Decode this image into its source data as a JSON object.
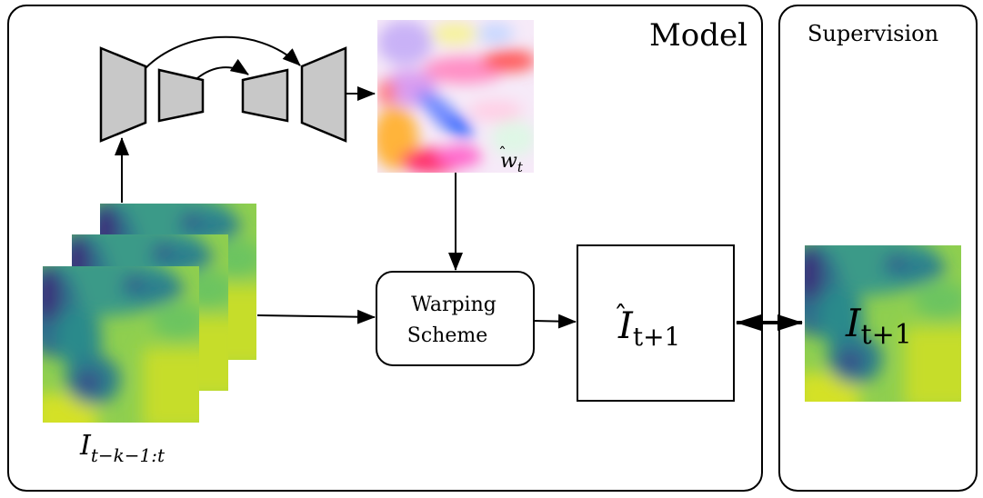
{
  "panels": {
    "model": {
      "title": "Model"
    },
    "supervision": {
      "title": "Supervision"
    }
  },
  "nodes": {
    "unet": {
      "label": ""
    },
    "flow_field": {
      "symbol_base": "w",
      "symbol_sub": "t",
      "accent": "̂"
    },
    "input_stack": {
      "symbol_base": "I",
      "symbol_sub": "t−k−1:t",
      "frame_count": 3
    },
    "warping": {
      "line1": "Warping",
      "line2": "Scheme"
    },
    "prediction": {
      "symbol_base": "I",
      "symbol_sub": "t+1",
      "accent": "̂"
    },
    "ground_truth": {
      "symbol_base": "I",
      "symbol_sub": "t+1"
    }
  },
  "edges": [
    {
      "from": "input_stack",
      "to": "unet"
    },
    {
      "from": "unet",
      "to": "flow_field"
    },
    {
      "from": "flow_field",
      "to": "warping"
    },
    {
      "from": "input_stack",
      "to": "warping"
    },
    {
      "from": "warping",
      "to": "prediction"
    },
    {
      "from": "prediction",
      "to": "ground_truth",
      "bidirectional": true
    }
  ],
  "colors": {
    "stroke": "#000000",
    "unet_fill": "#c8c8c8",
    "viridis_dark": "#3b2f7a",
    "viridis_mid": "#2a8f8a",
    "viridis_light": "#8fd14f",
    "viridis_yellow": "#d8e21c"
  }
}
